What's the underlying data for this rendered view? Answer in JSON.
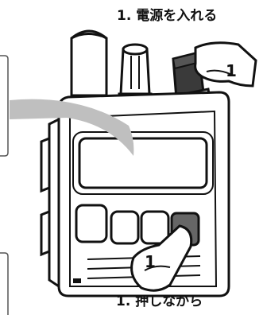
{
  "captions": {
    "top": "1. 電源を入れる",
    "bottom": "1. 押しながら"
  },
  "steps": {
    "power_knob_badge": "1",
    "key_badge": "1"
  },
  "colors": {
    "outline": "#111111",
    "highlight_key": "#666666",
    "power_knob": "#3a3a3a",
    "arrow": "#bfbfbf",
    "hand": "#ffffff"
  }
}
